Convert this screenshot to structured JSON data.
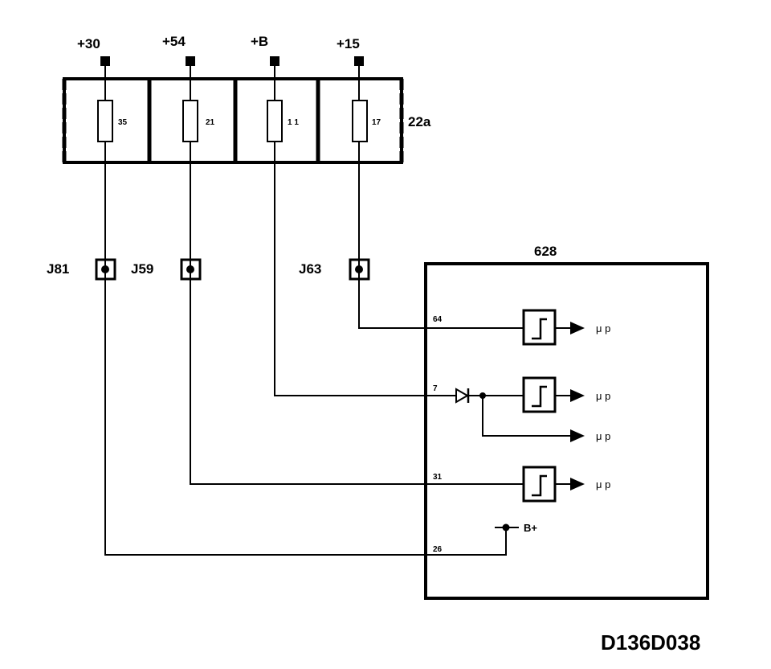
{
  "supply_terminals": [
    "+30",
    "+54",
    "+B",
    "+15"
  ],
  "fuse_box": {
    "label": "22a",
    "fuses": [
      "35",
      "21",
      "1 1",
      "17"
    ]
  },
  "connectors": [
    "J81",
    "J59",
    "J63"
  ],
  "module": {
    "label": "628",
    "pins": {
      "p64": "64",
      "p7": "7",
      "p31": "31",
      "p26": "26"
    },
    "outputs": [
      "μ p",
      "μ p",
      "μ p",
      "μ p"
    ],
    "bplus": "B+"
  },
  "drawing_number": "D136D038",
  "colors": {
    "ink": "#000000",
    "background": "#ffffff"
  }
}
